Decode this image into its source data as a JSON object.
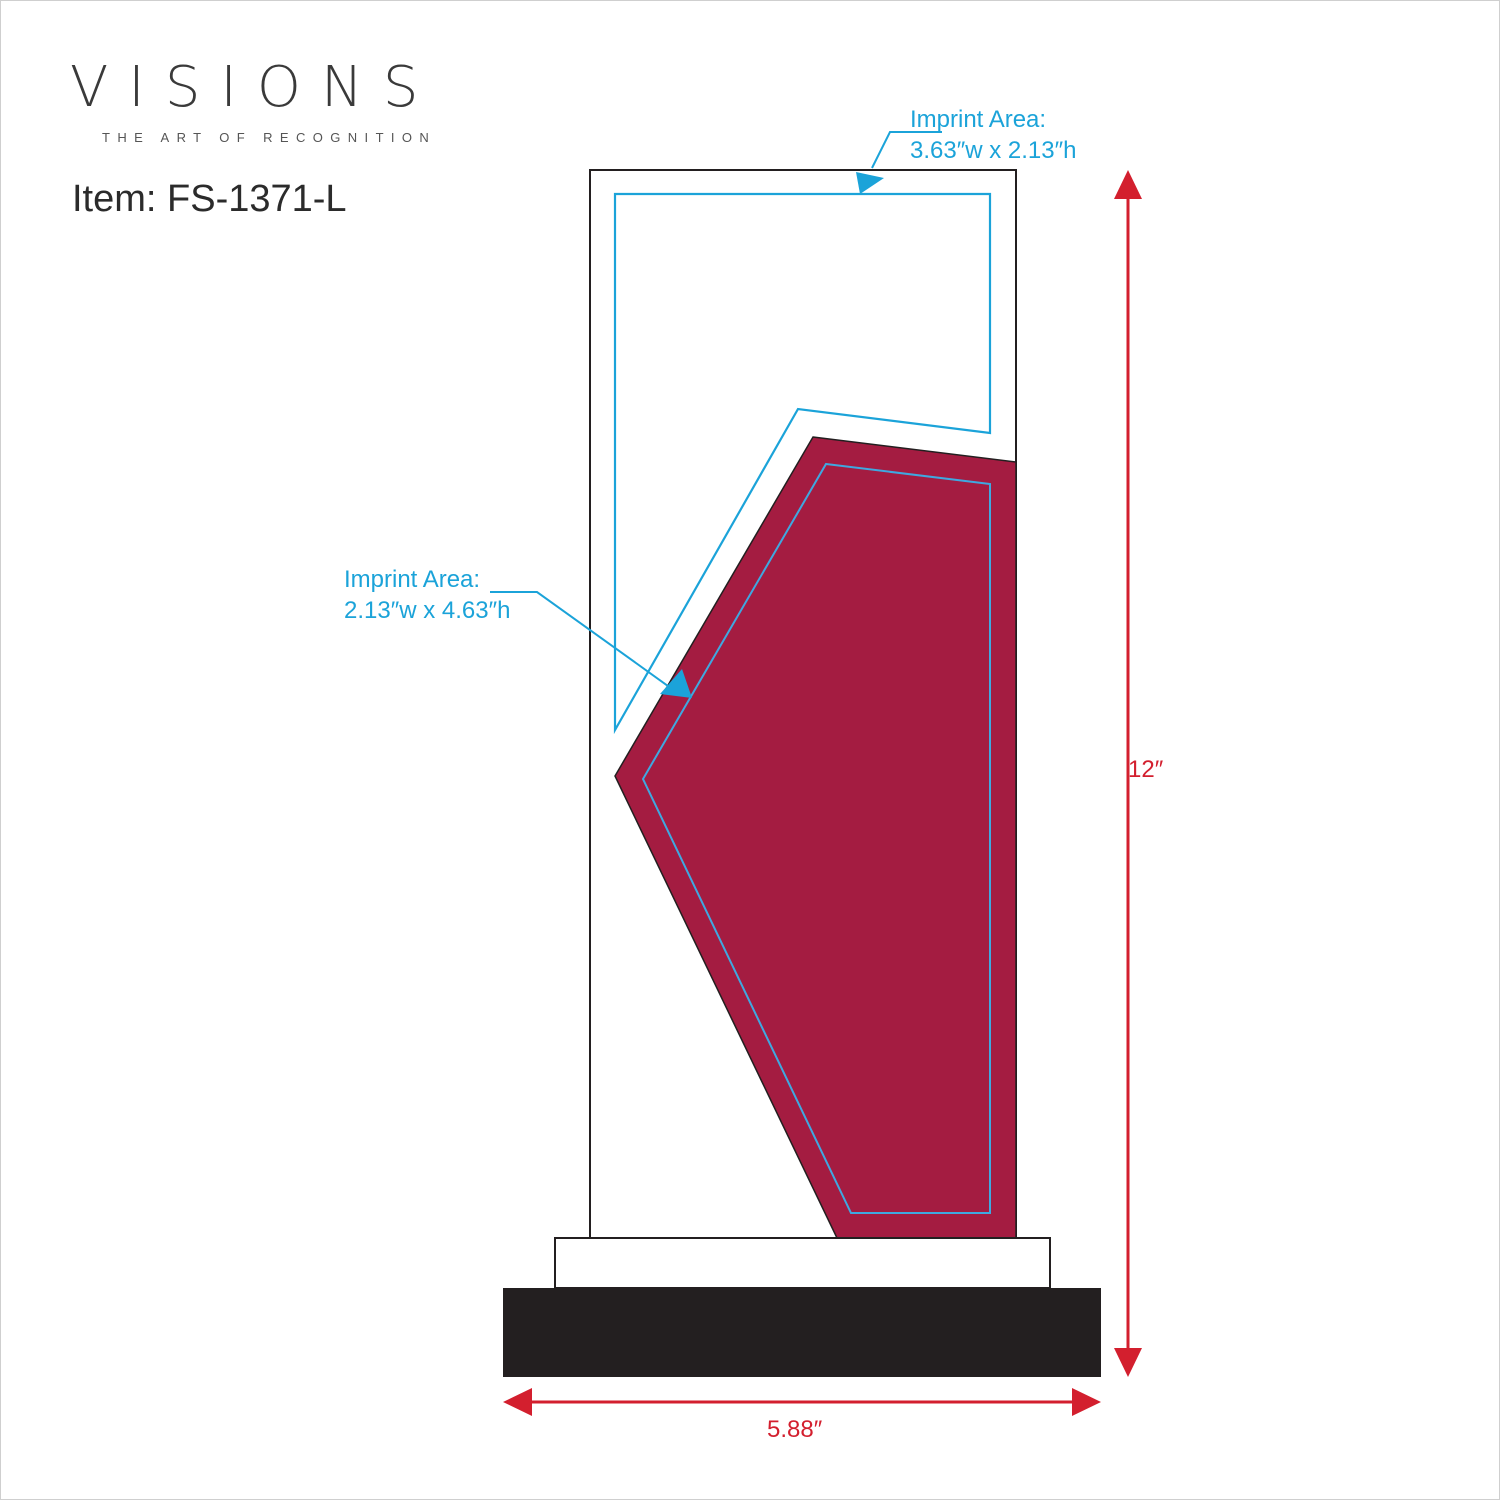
{
  "logo": {
    "wordmark": "VISIONS",
    "tagline": "THE ART OF RECOGNITION"
  },
  "item": {
    "title": "Item: FS-1371-L"
  },
  "callouts": {
    "top_area": {
      "label": "Imprint Area:",
      "size": "3.63″w x 2.13″h"
    },
    "middle_area": {
      "label": "Imprint Area:",
      "size": "2.13″w x 4.63″h"
    }
  },
  "dimensions": {
    "height": "12″",
    "width": "5.88″"
  },
  "colors": {
    "panel_fill": "#a41c41",
    "imprint_line": "#1ba3d9",
    "dimension": "#d31f2e",
    "base": "#231f20",
    "outline": "#231f20"
  }
}
